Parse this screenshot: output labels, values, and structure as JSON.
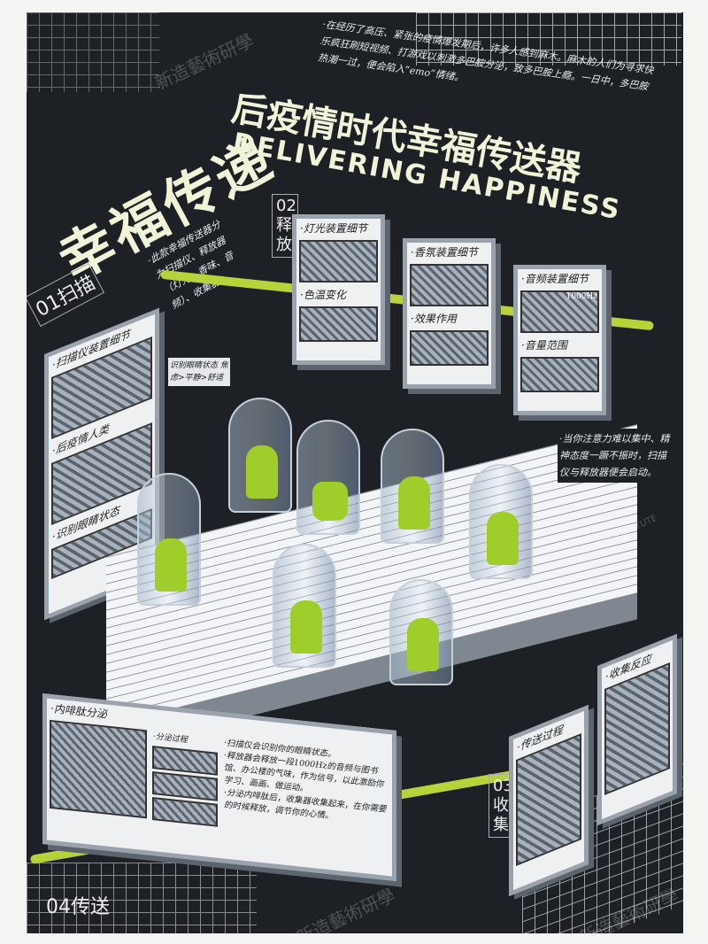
{
  "poster": {
    "title": "幸福传递",
    "subtitle": "后疫情时代幸福传送器",
    "english_title": "DELIVERING HAPPINESS",
    "intro": "·在经历了高压、紧张的疫情爆发期后，许多人感到麻木。麻木的人们为寻求快乐疯狂刷短视频、打游戏以刺激多巴胺分泌，致多巴胺上瘾。一日中，多巴胺热潮一过，便会陷入“emo”情绪。",
    "side_note": "·此款幸福传送器分为扫描仪、释放器（灯光、香味、音频）、收集器。",
    "trigger_note": "·当你注意力难以集中、精神态度一蹶不振时，扫描仪与释放器便会启动。",
    "accent_color": "#b6d43a"
  },
  "sections": {
    "scan": {
      "label": "01扫描",
      "panel_title": "·扫描仪装置细节",
      "item1": "·后疫情人类",
      "item2": "·识别眼睛状态",
      "side_text": "识别眼睛状态 焦虑>平静>舒适"
    },
    "release": {
      "label": "02释放",
      "panels": [
        {
          "title": "·灯光装置细节",
          "sub": "·色温变化"
        },
        {
          "title": "·香氛装置细节",
          "sub": "·效果作用"
        },
        {
          "title": "·音频装置细节",
          "sub": "·音量范围",
          "readout": "1000Hz"
        }
      ]
    },
    "collect": {
      "label": "03收集",
      "panel1": "·传送过程",
      "panel2": "·收集反应"
    },
    "transfer": {
      "label": "04传送",
      "panel_title": "·内啡肽分泌",
      "process": "·分泌过程",
      "bullets": [
        "·扫描仪会识别你的眼睛状态。",
        "·释放器会释放一段1000Hz的音频与图书馆、办公楼的气味，作为信号，以此激励你学习、画画、做运动。",
        "·分泌内啡肽后，收集器收集起来，在你需要的时候释放，调节你的心情。"
      ]
    }
  },
  "watermark": {
    "cn": "新造藝術研學",
    "en": "MAKING ART INSTITUTE"
  }
}
